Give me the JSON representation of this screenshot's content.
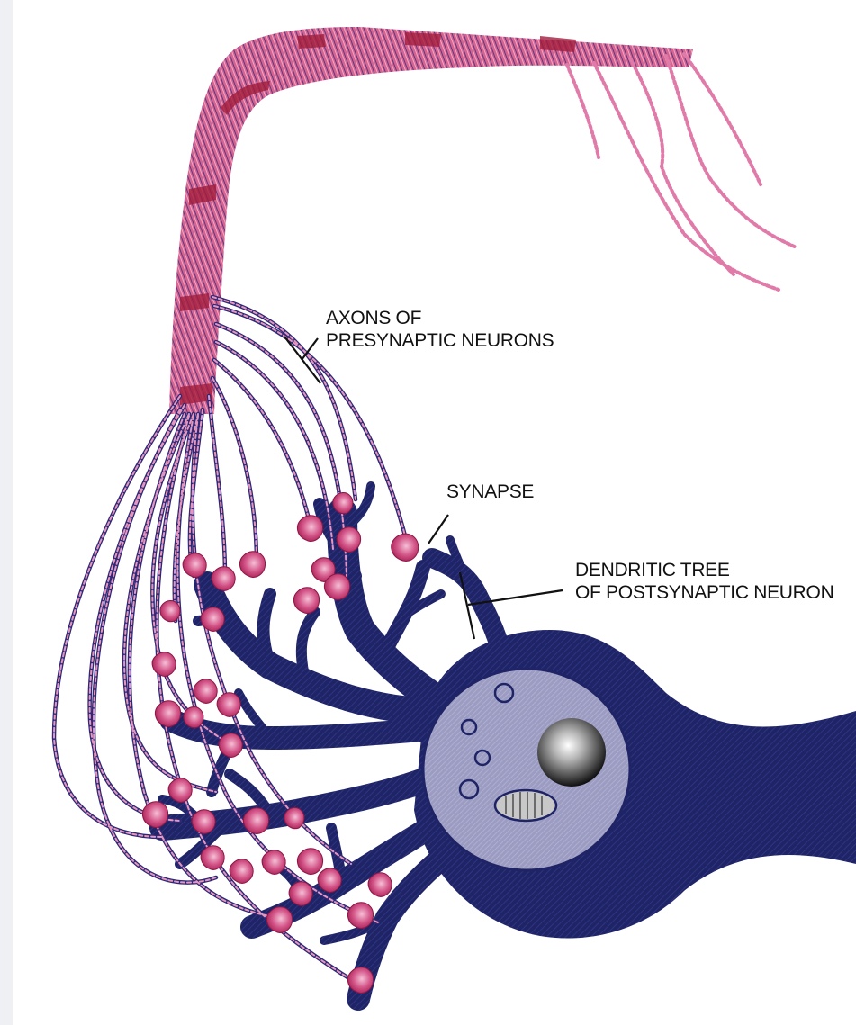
{
  "labels": {
    "axons": {
      "line1": "AXONS OF",
      "line2": "PRESYNAPTIC NEURONS"
    },
    "synapse": {
      "text": "SYNAPSE"
    },
    "dendritic": {
      "line1": "DENDRITIC TREE",
      "line2": "OF POSTSYNAPTIC NEURON"
    }
  },
  "colors": {
    "axon_pink": "#e07aa8",
    "axon_dark_red": "#a11d3c",
    "axon_navy": "#2c2a78",
    "neuron_navy": "#1f2466",
    "nucleus_gray": "#9c9cc2",
    "terminal_pink": "#c2396b",
    "leader_line": "#111111"
  }
}
